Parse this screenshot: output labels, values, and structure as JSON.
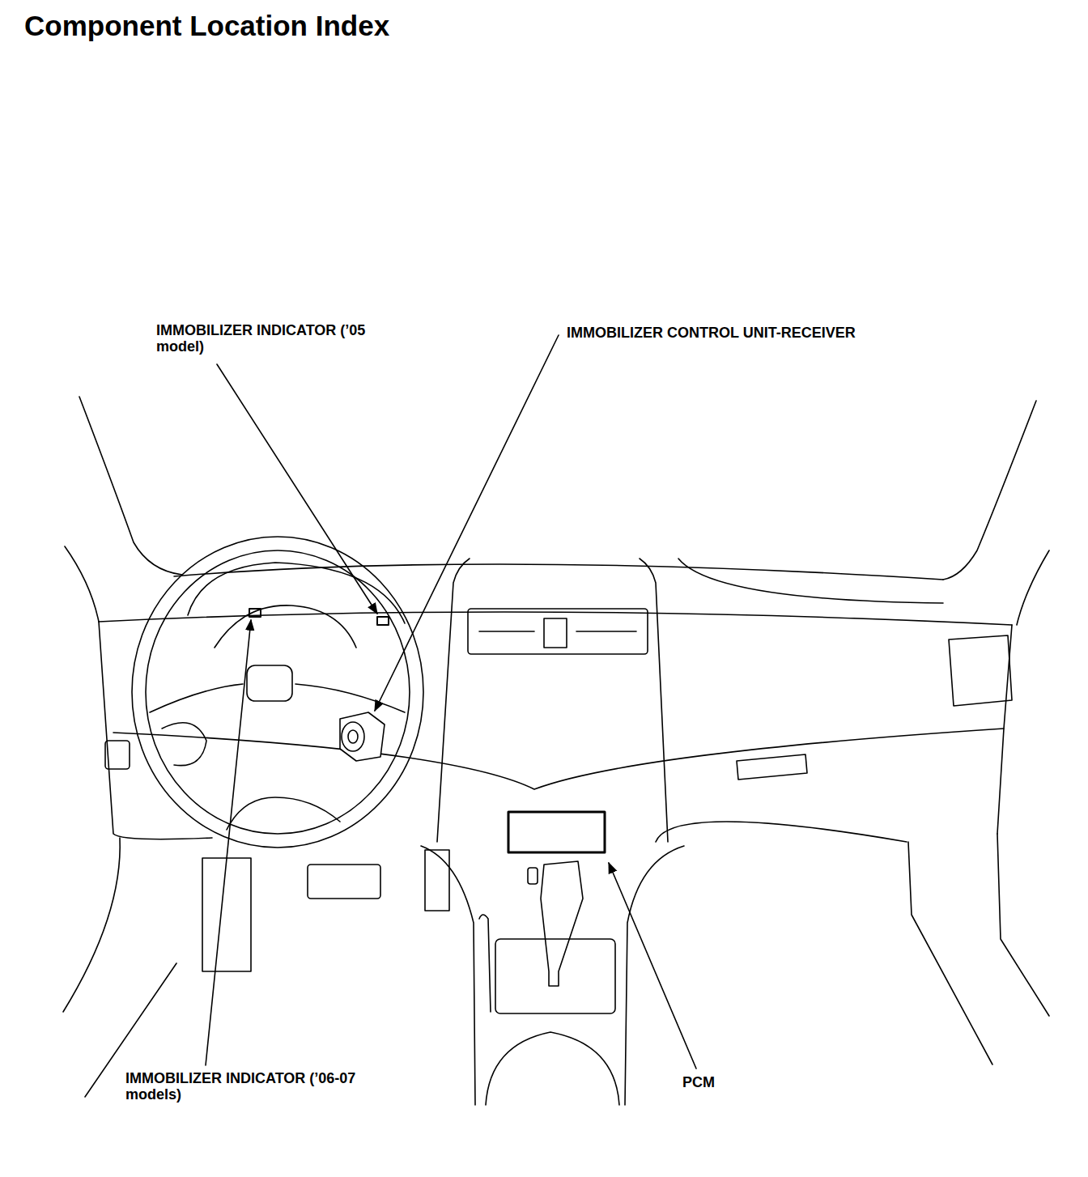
{
  "diagram": {
    "title": "Component Location Index",
    "labels": [
      "IMMOBILIZER INDICATOR (’05 model)",
      "IMMOBILIZER CONTROL UNIT-RECEIVER",
      "IMMOBILIZER INDICATOR (’06-07 models)",
      "PCM"
    ]
  }
}
